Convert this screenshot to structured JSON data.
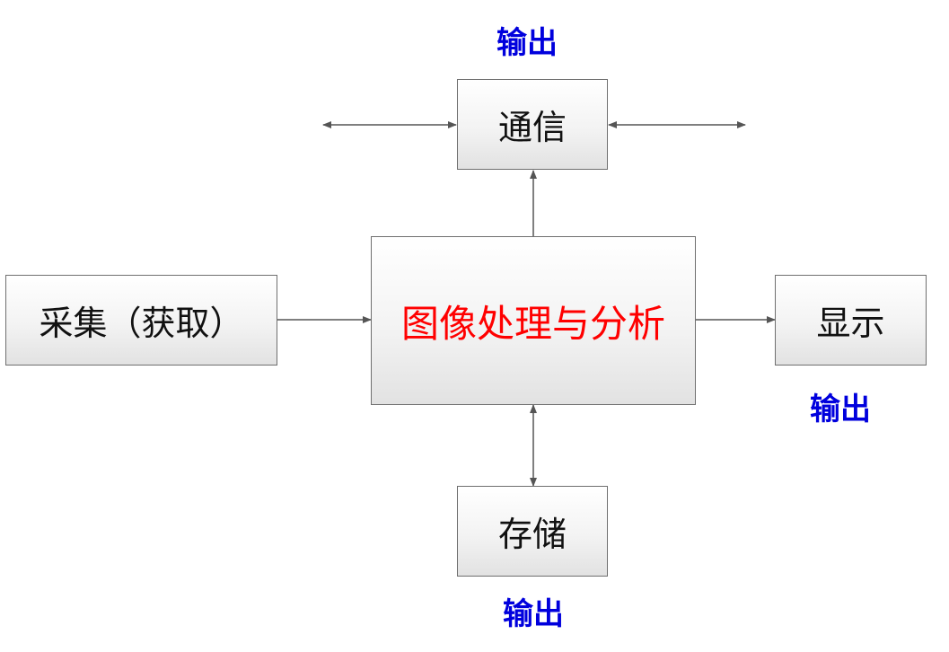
{
  "nodes": {
    "communication": "通信",
    "acquisition": "采集（获取）",
    "processing": "图像处理与分析",
    "display": "显示",
    "storage": "存储"
  },
  "outputs": {
    "communication": "输出",
    "display": "输出",
    "storage": "输出"
  },
  "colors": {
    "processing_text": "#ff0000",
    "output_text": "#0000dd",
    "node_text": "#111111",
    "arrow": "#555555",
    "border": "#6f6f6f"
  }
}
